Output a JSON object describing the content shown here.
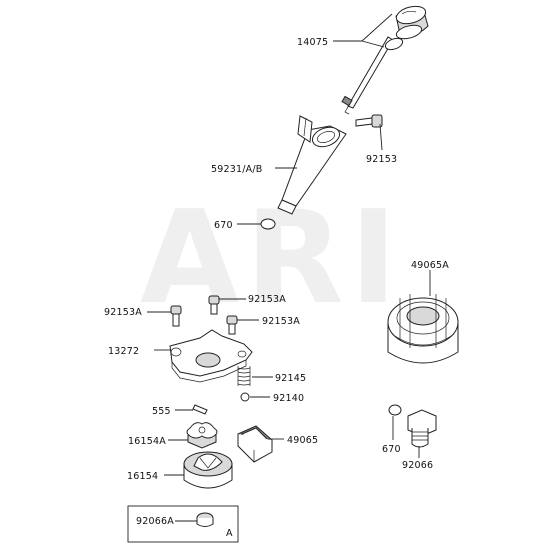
{
  "watermark": "ARI",
  "parts": {
    "p14075": "14075",
    "p92153": "92153",
    "p59231": "59231/A/B",
    "p670_top": "670",
    "p49065A": "49065A",
    "p92153A_left": "92153A",
    "p92153A_mid": "92153A",
    "p92153A_right": "92153A",
    "p13272": "13272",
    "p92145": "92145",
    "p92140": "92140",
    "p555": "555",
    "p16154A": "16154A",
    "p49065": "49065",
    "p16154": "16154",
    "p670_right": "670",
    "p92066": "92066",
    "p92066A": "92066A"
  },
  "inset_label": "A"
}
